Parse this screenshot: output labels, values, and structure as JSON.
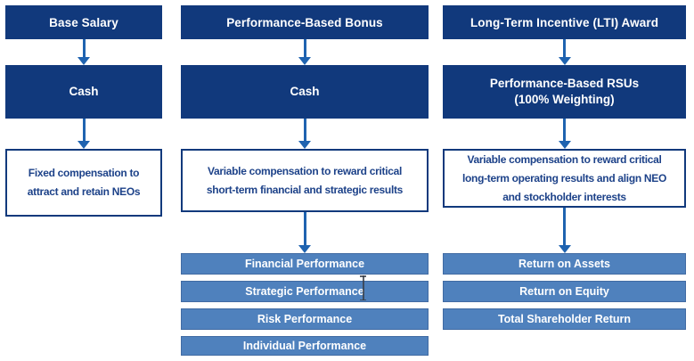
{
  "colors": {
    "navy": "#11397c",
    "medium_blue": "#4f81bd",
    "arrow_blue": "#1f63b0",
    "box_text": "#1d4289"
  },
  "columns": [
    {
      "id": "base-salary",
      "header": "Base Salary",
      "vehicle": "Cash",
      "description": "Fixed compensation to\nattract and retain NEOs",
      "metrics": []
    },
    {
      "id": "performance-based-bonus",
      "header": "Performance-Based Bonus",
      "vehicle": "Cash",
      "description": "Variable compensation to reward critical\nshort-term financial and strategic results",
      "metrics": [
        "Financial Performance",
        "Strategic Performance",
        "Risk Performance",
        "Individual Performance"
      ]
    },
    {
      "id": "long-term-incentive-award",
      "header": "Long-Term Incentive (LTI) Award",
      "vehicle": "Performance-Based RSUs\n(100% Weighting)",
      "description": "Variable compensation to reward critical\nlong-term operating results and align NEO\nand stockholder interests",
      "metrics": [
        "Return on Assets",
        "Return on Equity",
        "Total Shareholder Return"
      ]
    }
  ]
}
